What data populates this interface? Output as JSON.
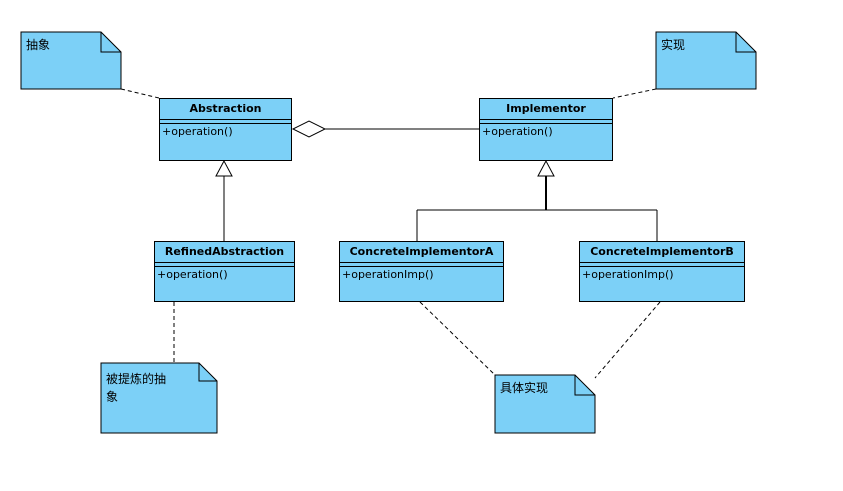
{
  "colors": {
    "fill": "#7cd0f7",
    "line": "#000000"
  },
  "classes": {
    "abstraction": {
      "name": "Abstraction",
      "op": "+operation()"
    },
    "implementor": {
      "name": "Implementor",
      "op": "+operation()"
    },
    "refined": {
      "name": "RefinedAbstraction",
      "op": "+operation()"
    },
    "concreteA": {
      "name": "ConcreteImplementorA",
      "op": "+operationImp()"
    },
    "concreteB": {
      "name": "ConcreteImplementorB",
      "op": "+operationImp()"
    }
  },
  "notes": {
    "abstract": "抽象",
    "impl": "实现",
    "refined_line1": "被提炼的抽",
    "refined_line2": "象",
    "concrete": "具体实现"
  }
}
